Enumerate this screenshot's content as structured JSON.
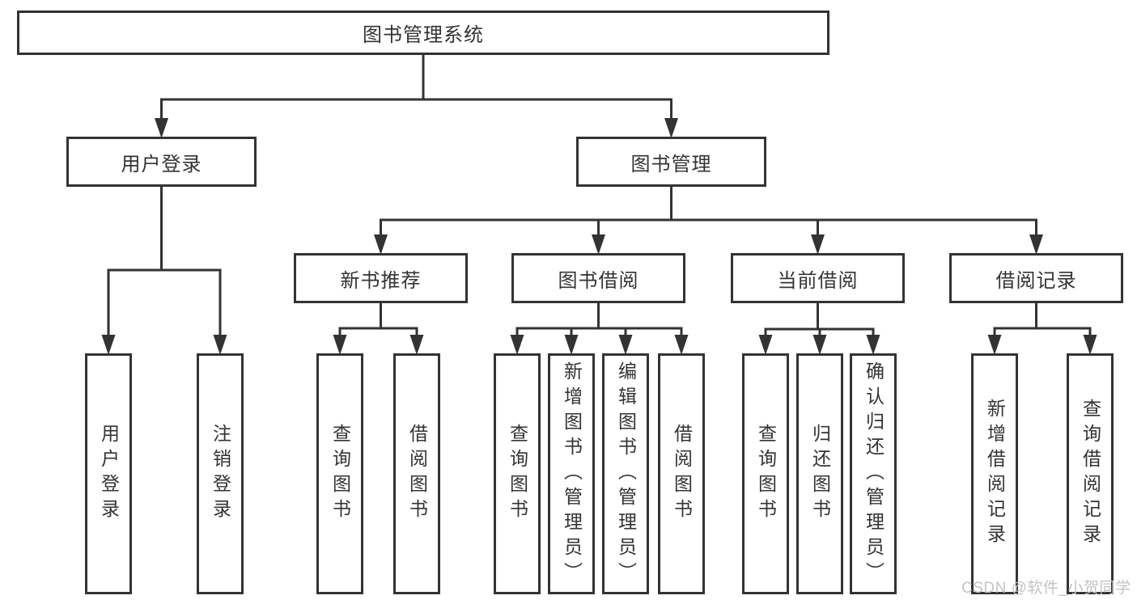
{
  "diagram": {
    "tree": {
      "label": "图书管理系统",
      "children": [
        {
          "label": "用户登录",
          "children": [
            {
              "label": "用户登录"
            },
            {
              "label": "注销登录"
            }
          ]
        },
        {
          "label": "图书管理",
          "children": [
            {
              "label": "新书推荐",
              "children": [
                {
                  "label": "查询图书"
                },
                {
                  "label": "借阅图书"
                }
              ]
            },
            {
              "label": "图书借阅",
              "children": [
                {
                  "label": "查询图书"
                },
                {
                  "label": "新增图书（管理员）"
                },
                {
                  "label": "编辑图书（管理员）"
                },
                {
                  "label": "借阅图书"
                }
              ]
            },
            {
              "label": "当前借阅",
              "children": [
                {
                  "label": "查询图书"
                },
                {
                  "label": "归还图书"
                },
                {
                  "label": "确认归还（管理员）"
                }
              ]
            },
            {
              "label": "借阅记录",
              "children": [
                {
                  "label": "新增借阅记录"
                },
                {
                  "label": "查询借阅记录"
                }
              ]
            }
          ]
        }
      ]
    },
    "colors": {
      "line": "#333333",
      "text": "#333333",
      "background": "#ffffff",
      "watermark": "#c3c3c3"
    }
  },
  "watermark": {
    "text": "CSDN @软件_小贺同学"
  }
}
